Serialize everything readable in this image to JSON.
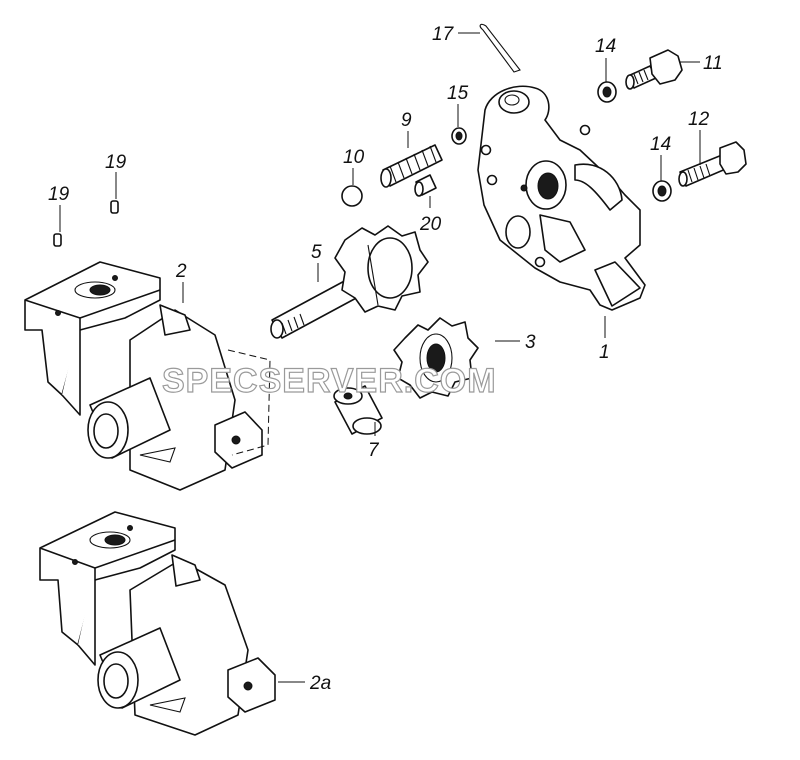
{
  "watermark": "SPECSERVER.COM",
  "callouts": {
    "c1": "1",
    "c2": "2",
    "c2a": "2a",
    "c3": "3",
    "c5": "5",
    "c7": "7",
    "c9": "9",
    "c10": "10",
    "c11": "11",
    "c12": "12",
    "c14a": "14",
    "c14b": "14",
    "c15": "15",
    "c17": "17",
    "c19a": "19",
    "c19b": "19",
    "c20": "20"
  }
}
